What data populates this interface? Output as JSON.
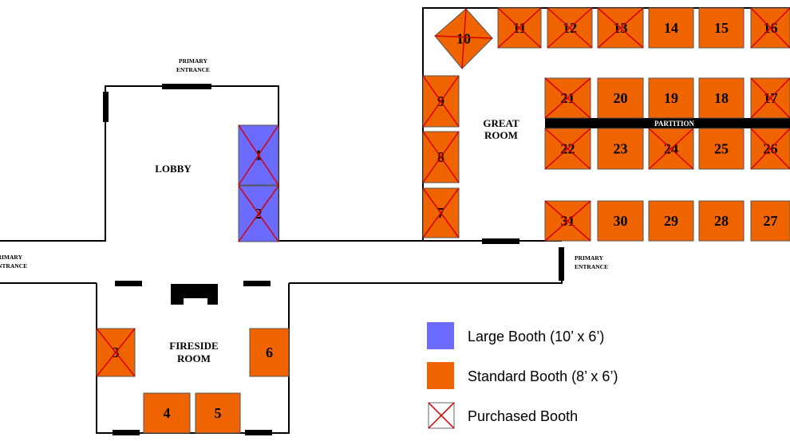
{
  "labels": {
    "lobby": "LOBBY",
    "great_room_line1": "GREAT",
    "great_room_line2": "ROOM",
    "fireside_line1": "FIRESIDE",
    "fireside_line2": "ROOM",
    "partition": "PARTITION",
    "entrance_line1": "PRIMARY",
    "entrance_line2": "ENTRANCE"
  },
  "colors": {
    "large_booth": "#6b6bff",
    "standard_booth": "#f06400",
    "purchased_x": "#d40000",
    "wall": "#000000"
  },
  "legend": [
    {
      "type": "large",
      "label": "Large Booth (10’ x 6’)"
    },
    {
      "type": "standard",
      "label": "Standard Booth (8’ x 6’)"
    },
    {
      "type": "purchased",
      "label": "Purchased Booth"
    }
  ],
  "booths": [
    {
      "number": "1",
      "type": "large",
      "purchased": true
    },
    {
      "number": "2",
      "type": "large",
      "purchased": true
    },
    {
      "number": "3",
      "type": "standard",
      "purchased": true
    },
    {
      "number": "4",
      "type": "standard",
      "purchased": false
    },
    {
      "number": "5",
      "type": "standard",
      "purchased": false
    },
    {
      "number": "6",
      "type": "standard",
      "purchased": false
    },
    {
      "number": "7",
      "type": "standard",
      "purchased": true
    },
    {
      "number": "8",
      "type": "standard",
      "purchased": true
    },
    {
      "number": "9",
      "type": "standard",
      "purchased": true
    },
    {
      "number": "10",
      "type": "standard",
      "purchased": true
    },
    {
      "number": "11",
      "type": "standard",
      "purchased": true
    },
    {
      "number": "12",
      "type": "standard",
      "purchased": true
    },
    {
      "number": "13",
      "type": "standard",
      "purchased": true
    },
    {
      "number": "14",
      "type": "standard",
      "purchased": false
    },
    {
      "number": "15",
      "type": "standard",
      "purchased": false
    },
    {
      "number": "16",
      "type": "standard",
      "purchased": true
    },
    {
      "number": "17",
      "type": "standard",
      "purchased": true
    },
    {
      "number": "18",
      "type": "standard",
      "purchased": false
    },
    {
      "number": "19",
      "type": "standard",
      "purchased": false
    },
    {
      "number": "20",
      "type": "standard",
      "purchased": false
    },
    {
      "number": "21",
      "type": "standard",
      "purchased": true
    },
    {
      "number": "22",
      "type": "standard",
      "purchased": true
    },
    {
      "number": "23",
      "type": "standard",
      "purchased": false
    },
    {
      "number": "24",
      "type": "standard",
      "purchased": true
    },
    {
      "number": "25",
      "type": "standard",
      "purchased": false
    },
    {
      "number": "26",
      "type": "standard",
      "purchased": true
    },
    {
      "number": "27",
      "type": "standard",
      "purchased": false
    },
    {
      "number": "28",
      "type": "standard",
      "purchased": false
    },
    {
      "number": "29",
      "type": "standard",
      "purchased": false
    },
    {
      "number": "30",
      "type": "standard",
      "purchased": false
    },
    {
      "number": "31",
      "type": "standard",
      "purchased": true
    }
  ]
}
